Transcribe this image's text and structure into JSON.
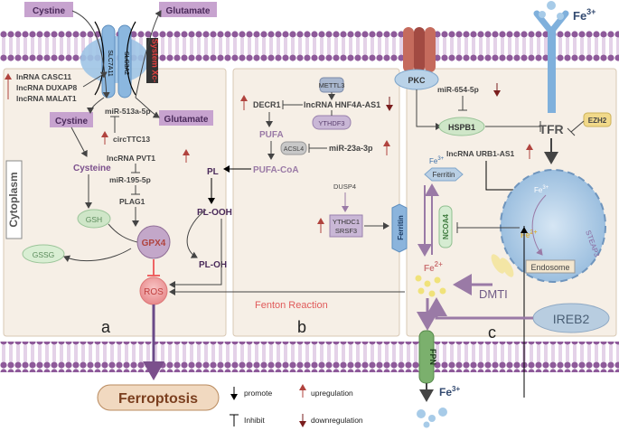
{
  "transporter": {
    "cystine_out": "Cystine",
    "glutamate_out": "Glutamate",
    "slc7a11": "SLC7A11",
    "slc3a2": "SLC3A2",
    "system_xc": "System Xc-"
  },
  "panel_a": {
    "lnc_list": [
      "lnRNA CASC11",
      "lncRNA DUXAP8",
      "lncRNA MALAT1"
    ],
    "cystine_in": "Cystine",
    "glutamate_in": "Glutamate",
    "mir513": "miR-513a-5p",
    "circ": "circTTC13",
    "cysteine": "Cysteine",
    "lnc_pvt1": "lncRNA PVT1",
    "mir195": "miR-195-5p",
    "plag1": "PLAG1",
    "gsh": "GSH",
    "gssg": "GSSG",
    "gpx4": "GPX4",
    "ros": "ROS",
    "cytoplasm": "Cytoplasm",
    "letter": "a",
    "pl": "PL",
    "pl_ooh": "PL-OOH",
    "pl_oh": "PL-OH"
  },
  "panel_b": {
    "mettl3": "METTL3",
    "decr1": "DECR1",
    "lnc_hnf": "lncRNA HNF4A-AS1",
    "ythdf3": "YTHDF3",
    "pufa": "PUFA",
    "acsl4": "ACSL4",
    "mir23": "miR-23a-3p",
    "pufa_coa": "PUFA-CoA",
    "dusp4": "DUSP4",
    "ythdc1": "YTHDC1",
    "srsf3": "SRSF3",
    "fenton": "Fenton Reaction",
    "letter": "b"
  },
  "panel_c": {
    "pkc": "PKC",
    "mir654": "miR-654-5p",
    "hspb1": "HSPB1",
    "tfr": "TFR",
    "ezh2": "EZH2",
    "lnc_urb1": "lncRNA URB1-AS1",
    "fe3": "Fe",
    "fe3_sup": "3+",
    "fe2_sup": "2+",
    "ferritin": "Ferritin",
    "ferritin_v": "Ferritin",
    "ncoa4": "NCOA4",
    "steap3": "STEAP3",
    "endosome": "Endosome",
    "dmti": "DMTI",
    "ireb2": "IREB2",
    "fpn": "FPN",
    "letter": "c"
  },
  "ferroptosis": "Ferroptosis",
  "legend": {
    "promote": "promote",
    "inhibit": "Inhibit",
    "upregulation": "upregulation",
    "downregulation": "downregulation"
  },
  "colors": {
    "membrane": "#8e5a9a",
    "lavender": "#c7a3cf",
    "cell_bg": "#f6efe6",
    "up_arrow": "#b0433e",
    "down_arrow": "#7a1d1d",
    "purple_text": "#7b4f8c",
    "green": "#6aa36c",
    "ros": "#e88a8a",
    "blue": "#6ea6d6"
  }
}
